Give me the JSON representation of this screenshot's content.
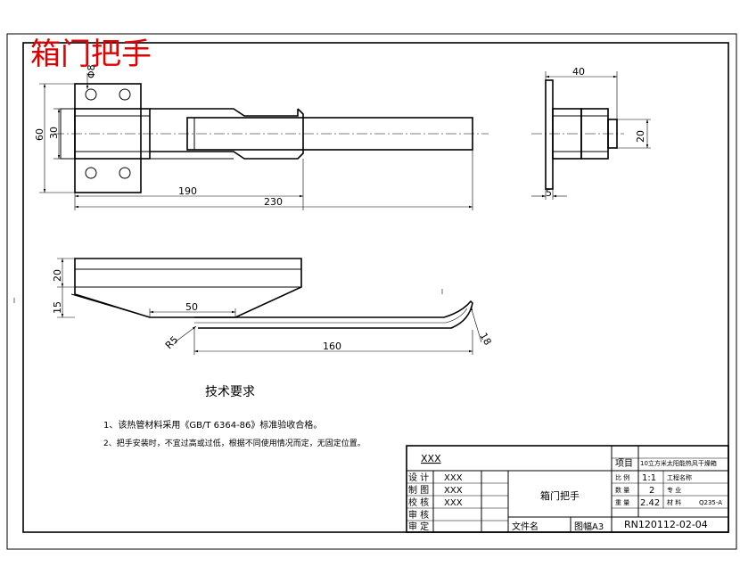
{
  "title": "箱门把手",
  "dims": {
    "top_height_outer": "60",
    "top_height_inner": "30",
    "hole_dia": "Φ8",
    "len_190": "190",
    "len_230": "230",
    "side_40": "40",
    "side_20": "20",
    "side_5": "5",
    "bottom_20": "20",
    "bottom_15": "15",
    "bottom_50": "50",
    "bottom_r5": "R5",
    "bottom_160": "160",
    "bottom_18": "18"
  },
  "tech": {
    "heading": "技术要求",
    "line1": "1、该热管材料采用《GB/T 6364-86》标准验收合格。",
    "line2": "2、把手安装时，不宜过高或过低，根据不同使用情况而定，无固定位置。"
  },
  "title_block": {
    "designer_mark": "XXX",
    "project_label": "项目",
    "project_value": "10立方米太阳能热风干燥箱",
    "rows": [
      {
        "label": "设 计",
        "value": "XXX"
      },
      {
        "label": "制 图",
        "value": "XXX"
      },
      {
        "label": "校 核",
        "value": "XXX"
      },
      {
        "label": "审 核",
        "value": ""
      },
      {
        "label": "审 定",
        "value": ""
      }
    ],
    "part_name": "箱门把手",
    "scale_label": "比 例",
    "scale_value": "1:1",
    "scale_extra": "工程名称",
    "qty_label": "数 量",
    "qty_value": "2",
    "qty_extra": "专 业",
    "weight_label": "重 量",
    "weight_value": "2.42",
    "material_label": "材 料",
    "material_value": "Q235-A",
    "file_label": "文件名",
    "sheet_label": "图幅A3",
    "drawing_no": "RN120112-02-04"
  }
}
